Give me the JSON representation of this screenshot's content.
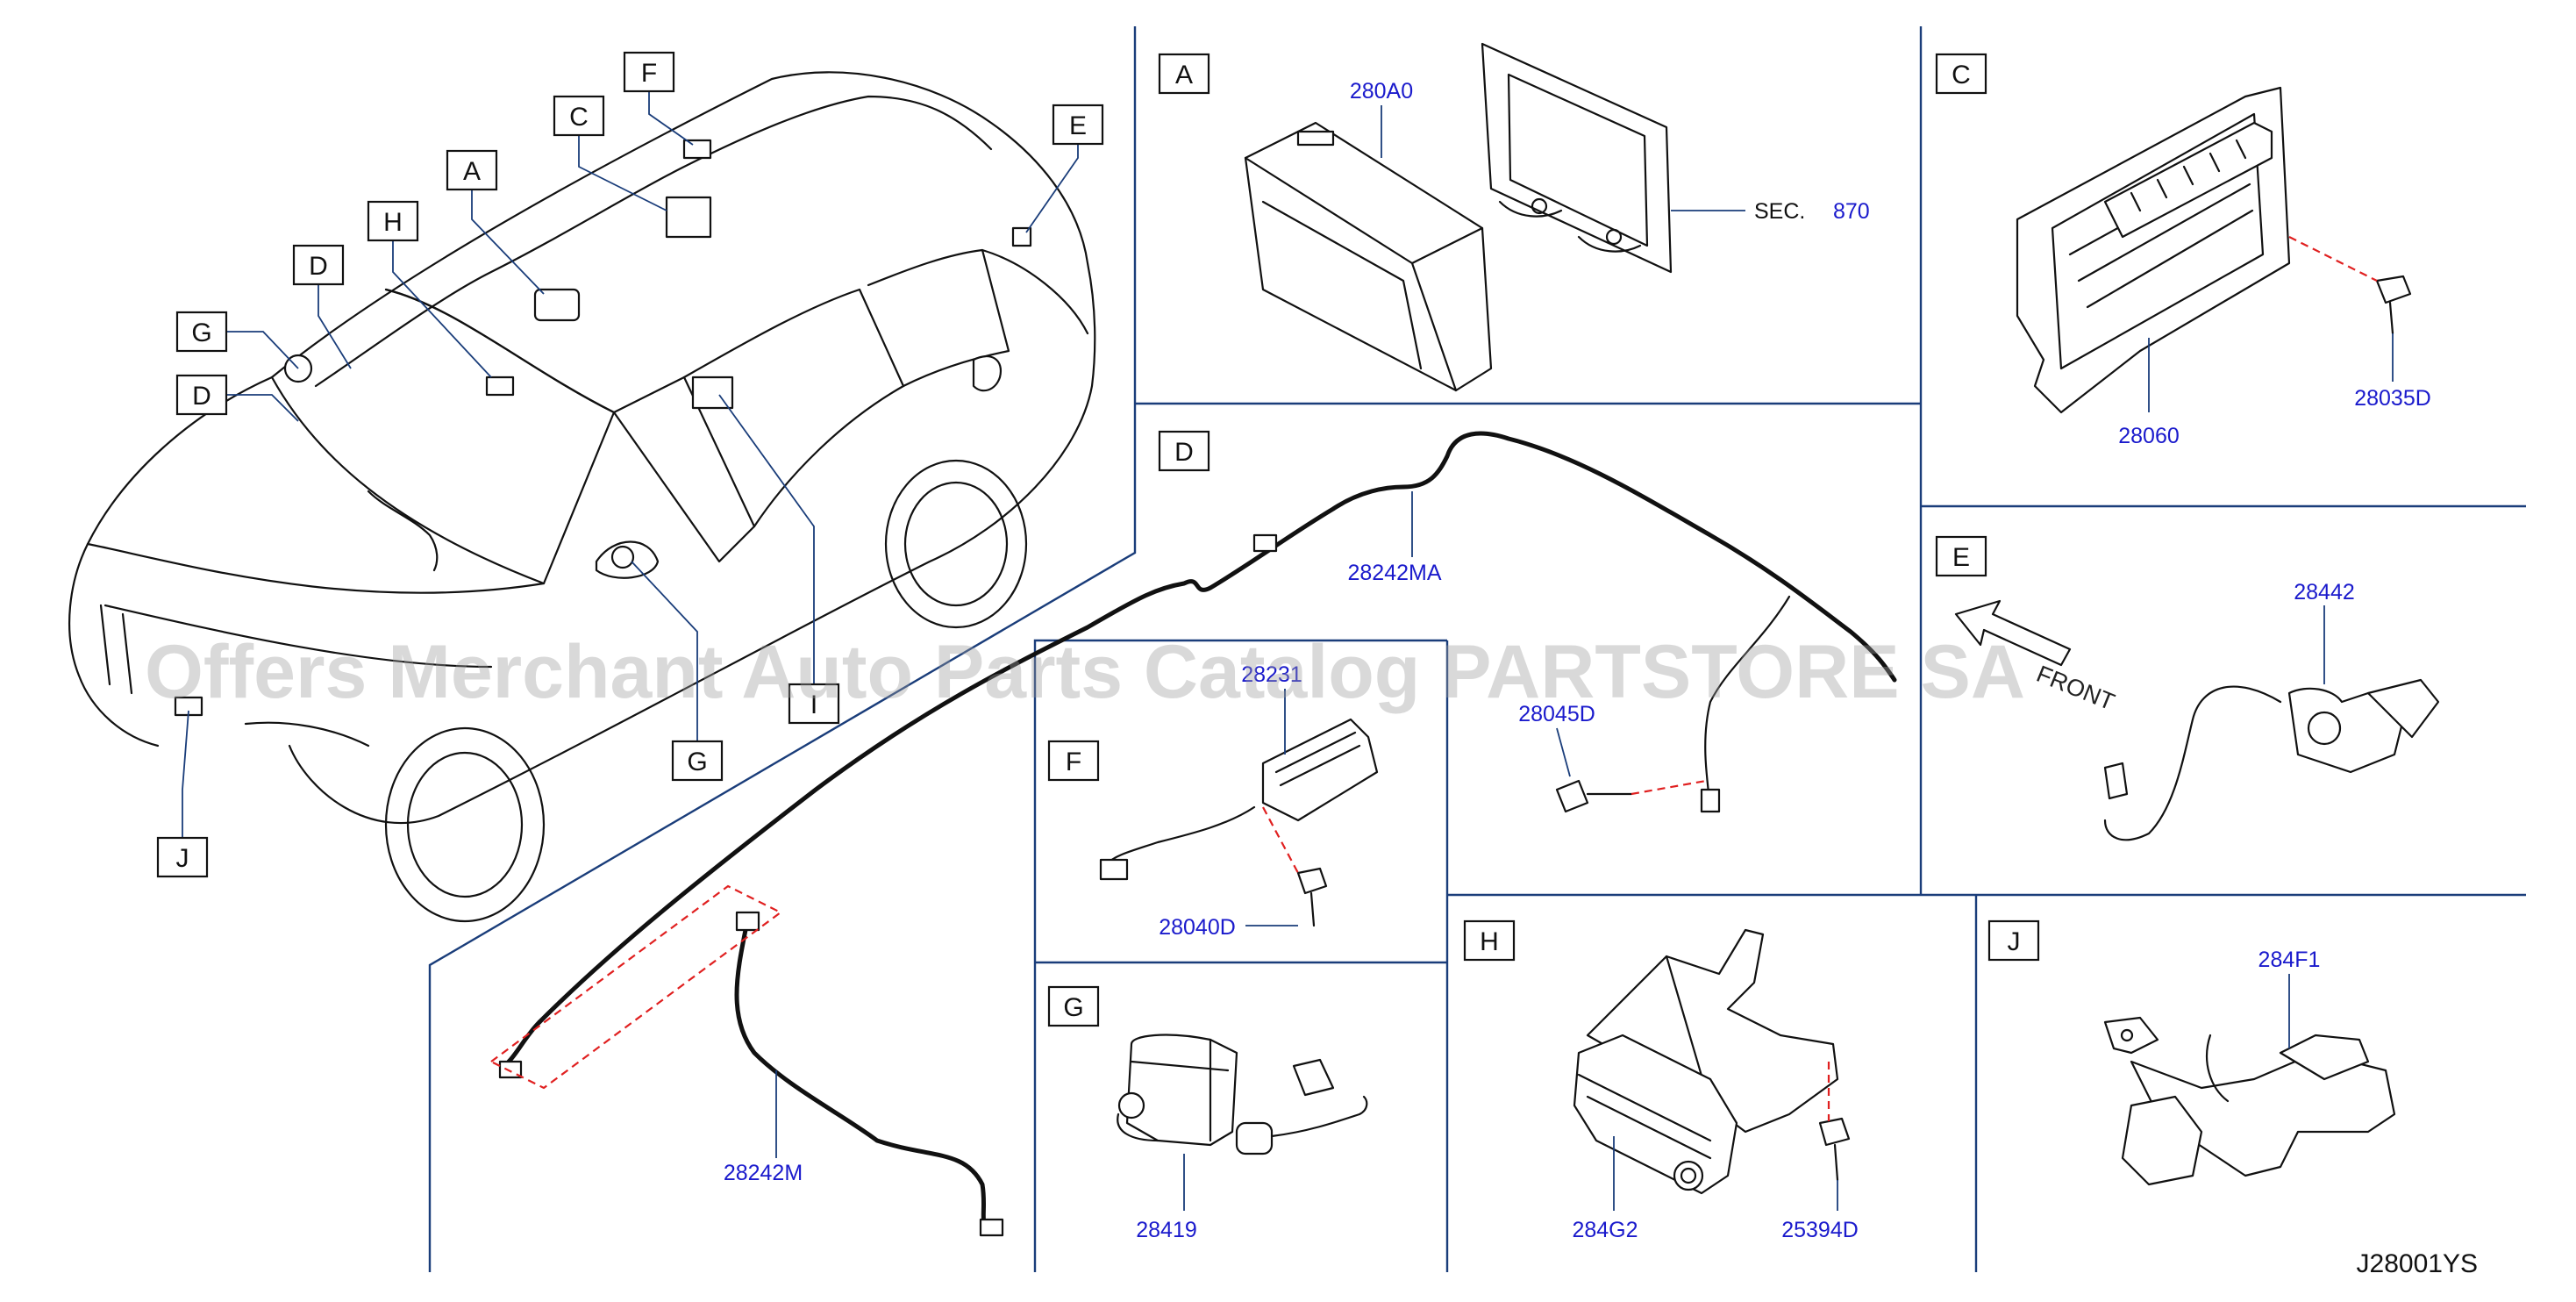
{
  "diagram_code": "J28001YS",
  "watermark": "Offers Merchant Auto Parts Catalog PARTSTORE SA",
  "vehicle_callouts": [
    "F",
    "C",
    "A",
    "H",
    "D",
    "G",
    "D",
    "E",
    "J",
    "G",
    "I"
  ],
  "sections": {
    "A": {
      "letter": "A",
      "parts": [
        "280A0"
      ],
      "reference_prefix": "SEC.",
      "reference_number": "870"
    },
    "C": {
      "letter": "C",
      "parts": [
        "28060",
        "28035D"
      ]
    },
    "D": {
      "letter": "D",
      "parts": [
        "28242MA",
        "28045D",
        "28242M"
      ]
    },
    "E": {
      "letter": "E",
      "parts": [
        "28442"
      ],
      "direction_label": "FRONT"
    },
    "F": {
      "letter": "F",
      "parts": [
        "28231",
        "28040D"
      ]
    },
    "G": {
      "letter": "G",
      "parts": [
        "28419"
      ]
    },
    "H": {
      "letter": "H",
      "parts": [
        "284G2",
        "25394D"
      ]
    },
    "J": {
      "letter": "J",
      "parts": [
        "284F1"
      ]
    }
  }
}
